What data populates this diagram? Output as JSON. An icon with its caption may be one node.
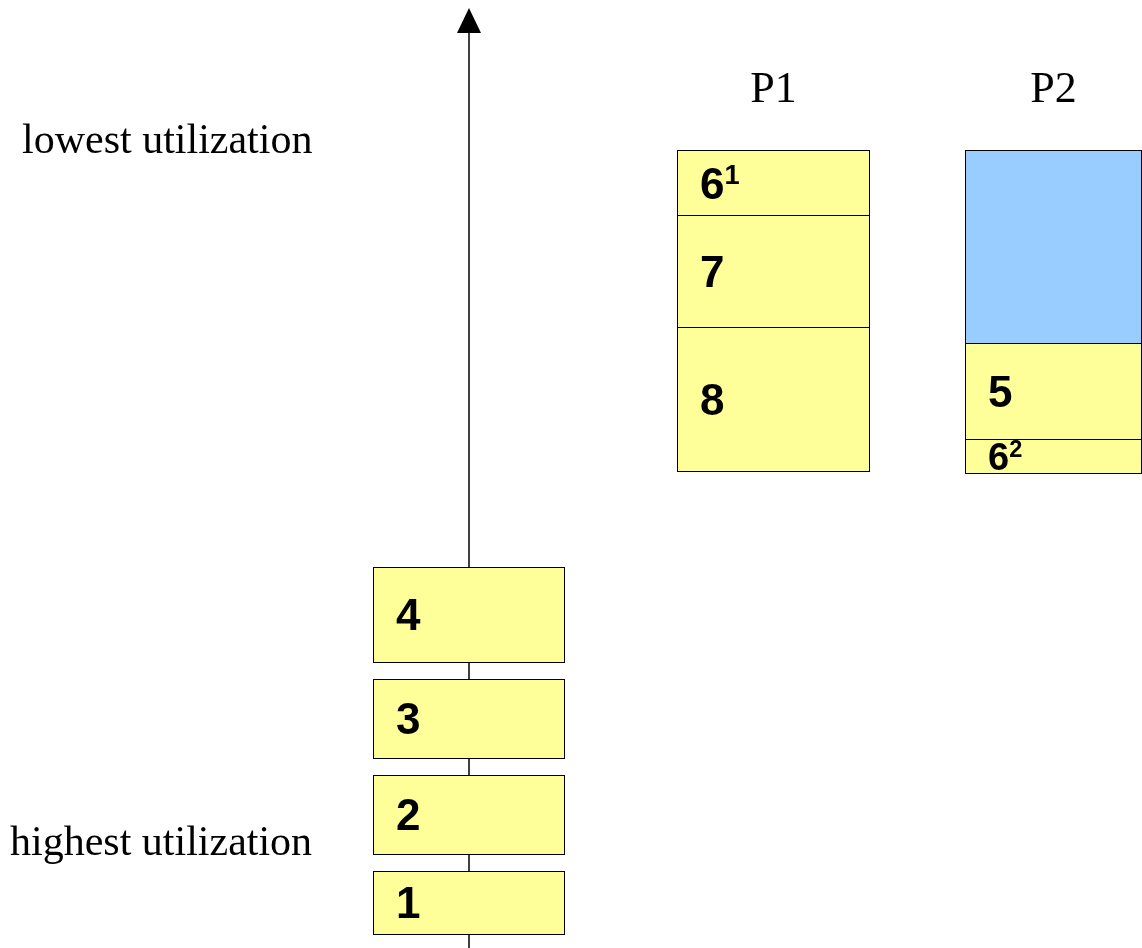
{
  "diagram": {
    "nodes": [
      {
        "text": [
          "P1"
        ]
      },
      {
        "text": [
          "6$^{1}$"
        ],
        "in": 0
      },
      {
        "text": [
          "7"
        ],
        "in": 0
      },
      {
        "text": [
          "8"
        ],
        "in": 0
      },
      {
        "text": [
          "P2"
        ]
      },
      {
        "text": [],
        "shape": "box",
        "in": 4
      },
      {
        "text": [
          "5"
        ],
        "in": 4
      },
      {
        "text": [
          "6$^{2}$"
        ],
        "in": 4
      },
      {
        "text": [
          "4"
        ]
      },
      {
        "text": [
          "3"
        ]
      },
      {
        "text": [
          "2"
        ]
      },
      {
        "text": [
          "1"
        ]
      }
    ],
    "edges": [],
    "labels": [
      "lowest utilization",
      "highest utilization"
    ]
  }
}
